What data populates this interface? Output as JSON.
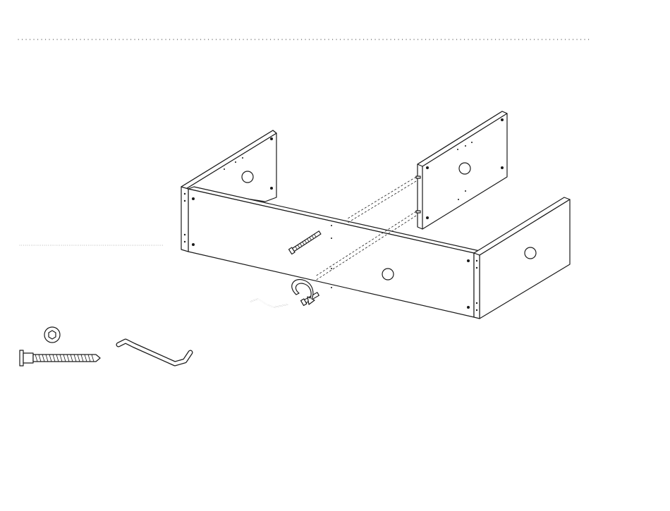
{
  "figure": {
    "kind": "furniture-assembly-step",
    "step_text": "",
    "parts_legend": [
      {
        "name": "bolt-screw",
        "icon": "bolt-icon",
        "head": "hex-socket-icon"
      },
      {
        "name": "allen-key",
        "icon": "allen-key-icon"
      }
    ],
    "assembly_parts": [
      {
        "name": "left-side-panel"
      },
      {
        "name": "front-rail-panel"
      },
      {
        "name": "right-side-panel"
      },
      {
        "name": "back-panel"
      }
    ],
    "action": "rotate-clockwise-arrow-icon",
    "colors": {
      "line": "#1a1a1a",
      "paper": "#ffffff",
      "rule": "#555555"
    }
  }
}
